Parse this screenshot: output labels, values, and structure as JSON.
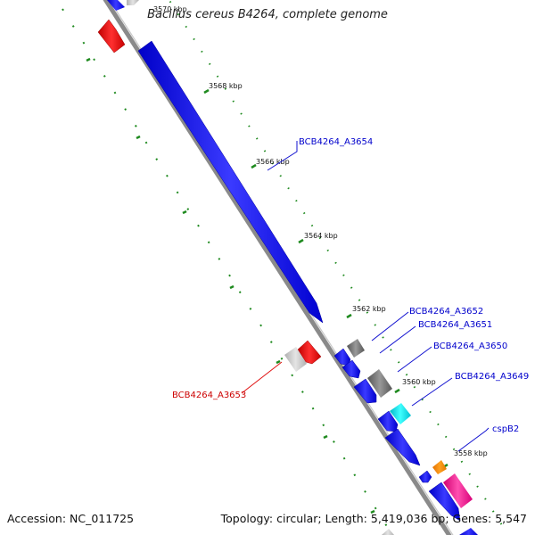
{
  "map": {
    "title": "Bacillus cereus B4264, complete genome",
    "accession": "Accession: NC_011725",
    "summary": "Topology: circular; Length: 5,419,036 bp; Genes: 5,547"
  },
  "ticks": [
    {
      "label": "3570 kbp"
    },
    {
      "label": "3568 kbp"
    },
    {
      "label": "3566 kbp"
    },
    {
      "label": "3564 kbp"
    },
    {
      "label": "3562 kbp"
    },
    {
      "label": "3560 kbp"
    },
    {
      "label": "3558 kbp"
    }
  ],
  "genes": [
    {
      "label": "BCB4264_A3654",
      "color": "#0000ff"
    },
    {
      "label": "BCB4264_A3653",
      "color": "#ff0000"
    },
    {
      "label": "BCB4264_A3652",
      "color": "#0000ff"
    },
    {
      "label": "BCB4264_A3651",
      "color": "#0000ff"
    },
    {
      "label": "BCB4264_A3650",
      "color": "#0000ff"
    },
    {
      "label": "BCB4264_A3649",
      "color": "#0000ff"
    },
    {
      "label": "cspB2",
      "color": "#0000ff"
    }
  ],
  "colors": {
    "cds_blue": "#1a1aff",
    "trna_red": "#ee1111",
    "gray": "#777777",
    "light_gray": "#c8c8c8",
    "cyan": "#00e5e5",
    "orange": "#ff8c00",
    "pink": "#ff1493",
    "dots_green": "#1f8a1f",
    "backbone": "#8a8a8a"
  }
}
